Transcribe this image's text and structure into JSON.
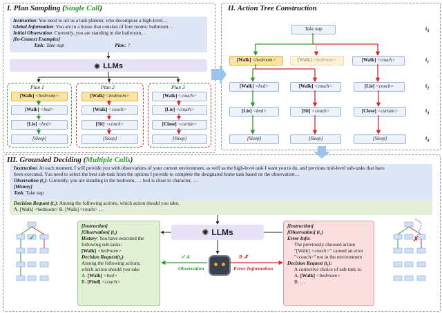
{
  "section1": {
    "title": "I. Plan Sampling",
    "title_paren": "Single Call",
    "prompt": {
      "instruction_label": "Instruction",
      "instruction_text": ": You need to act as a task planner, who decompose a high-level…",
      "global_label": "Global Information",
      "global_text": ": You are in a house that consists of four rooms: bathroom…",
      "initial_label": "Initial Observation",
      "initial_text": ": Currently, you are standing in the bathroom…",
      "examples_label": "[In-Context Examples]",
      "task_label": "Task",
      "task_text": ": Take nap",
      "plan_label": "Plan",
      "plan_text": ": ?"
    },
    "llm_label": "LLMs",
    "plans": [
      {
        "title": "Plan 1",
        "steps": [
          [
            "[Walk]",
            "<bedroom>"
          ],
          [
            "[Walk]",
            "<bed>"
          ],
          [
            "[Lie]",
            "<bed>"
          ],
          [
            "",
            "[Sleep]"
          ]
        ]
      },
      {
        "title": "Plan 2",
        "steps": [
          [
            "[Walk]",
            "<bedroom>"
          ],
          [
            "[Walk]",
            "<couch>"
          ],
          [
            "[Sit]",
            "<couch>"
          ],
          [
            "",
            "[Sleep]"
          ]
        ]
      },
      {
        "title": "Plan 3",
        "steps": [
          [
            "[Walk]",
            "<couch>"
          ],
          [
            "[Lie]",
            "<couch>"
          ],
          [
            "[Close]",
            "<curtan>"
          ],
          [
            "",
            "[Sleep]"
          ]
        ]
      }
    ]
  },
  "section2": {
    "title": "II. Action Tree Construction",
    "root": "Take nap",
    "time_labels": [
      "t0",
      "t1",
      "t2",
      "t3",
      "t4"
    ],
    "nodes": {
      "n1a": [
        "[Walk]",
        "<bedroom>"
      ],
      "n1b": [
        "[Walk]",
        "<bedroom>"
      ],
      "n1c": [
        "[Walk]",
        "<couch>"
      ],
      "n2a": [
        "[Walk]",
        "<bed>"
      ],
      "n2b": [
        "[Walk]",
        "<couch>"
      ],
      "n2c": [
        "[Lie]",
        "<couch>"
      ],
      "n3a": [
        "[Lie]",
        "<bed>"
      ],
      "n3b": [
        "[Sit]",
        "<couch>"
      ],
      "n3c": [
        "[Close]",
        "<curtain>"
      ],
      "n4a": [
        "",
        "[Sleep]"
      ],
      "n4b": [
        "",
        "[Sleep]"
      ],
      "n4c": [
        "",
        "[Sleep]"
      ]
    }
  },
  "section3": {
    "title": "III. Grounded Deciding",
    "title_paren": "Multiple Calls",
    "prompt": {
      "instruction_label": "Instruction",
      "instruction_line1": ": At each moment, I will provide you with observations of your current environment, as well as the high-level task I want you to do, and previous mid-level sub-tasks that have",
      "instruction_line2": "been executed. You need to select the best sub-task from the options I provide to complete the designated home task based on the observation…",
      "observation_label": "Observation (t₁)",
      "observation_text": ": Currently, you are standing in the bedroom, … bed is close to character, …",
      "history_label": "[History]",
      "task_label": "Task",
      "task_text": ": Take nap",
      "decision_label": "Decision Request (t₁)",
      "decision_text": ": Among the following actions, which action should you take.",
      "options_text": "A. [Walk] <bedroom> B. [Walk] <couch> …"
    },
    "llm_label": "LLMs",
    "left_box": {
      "instruction": "[Instruction]",
      "observation": "[Observation] (t₂)",
      "history_label": "History",
      "history_line1": ": You have executed the",
      "history_line2": "following sub-tasks:",
      "history_walk": "[Walk]",
      "history_target": "<bedroom>",
      "decision_label": "Decision Request(t₂)",
      "decision_line1": ":",
      "decision_line2": "Among the following actions,",
      "decision_line3": "which action should you take",
      "opt_a_prefix": "A.",
      "opt_a_verb": "[Walk]",
      "opt_a_target": "<bed>",
      "opt_b_prefix": "B.",
      "opt_b_verb": "[Find]",
      "opt_b_target": "<couch>"
    },
    "right_box": {
      "instruction": "[Instruction]",
      "observation": "[Observation] (t₁)",
      "error_label": "Error Info:",
      "error_line1": "The previously choosed action",
      "error_line2a": "\"[Walk]",
      "error_line2b": "<couch>",
      "error_line2c": "\" caused an error",
      "error_line3": "\"<couch>\" not in the environment",
      "decision_label": "Decision Request (t₁):",
      "decision_line1": "A corrective choice of sub-task is:",
      "opt_a_prefix": "A.",
      "opt_a_verb": "[Walk]",
      "opt_a_target": "<bedroom>",
      "opt_b_text": "B. …"
    },
    "obs_label": "Observation",
    "obs_mark": "✓ A",
    "err_label": "Error Information",
    "err_mark": "B ✗"
  },
  "colors": {
    "prompt_bg": "#dfe6f5",
    "llm_bg": "#e8e2f6",
    "green": "#2e9a2e",
    "red": "#d62828",
    "green_box": "#e2f1d3",
    "red_box": "#fbdede",
    "node_bg": "#eef3fb",
    "node_highlight": "#fbe3a6"
  }
}
